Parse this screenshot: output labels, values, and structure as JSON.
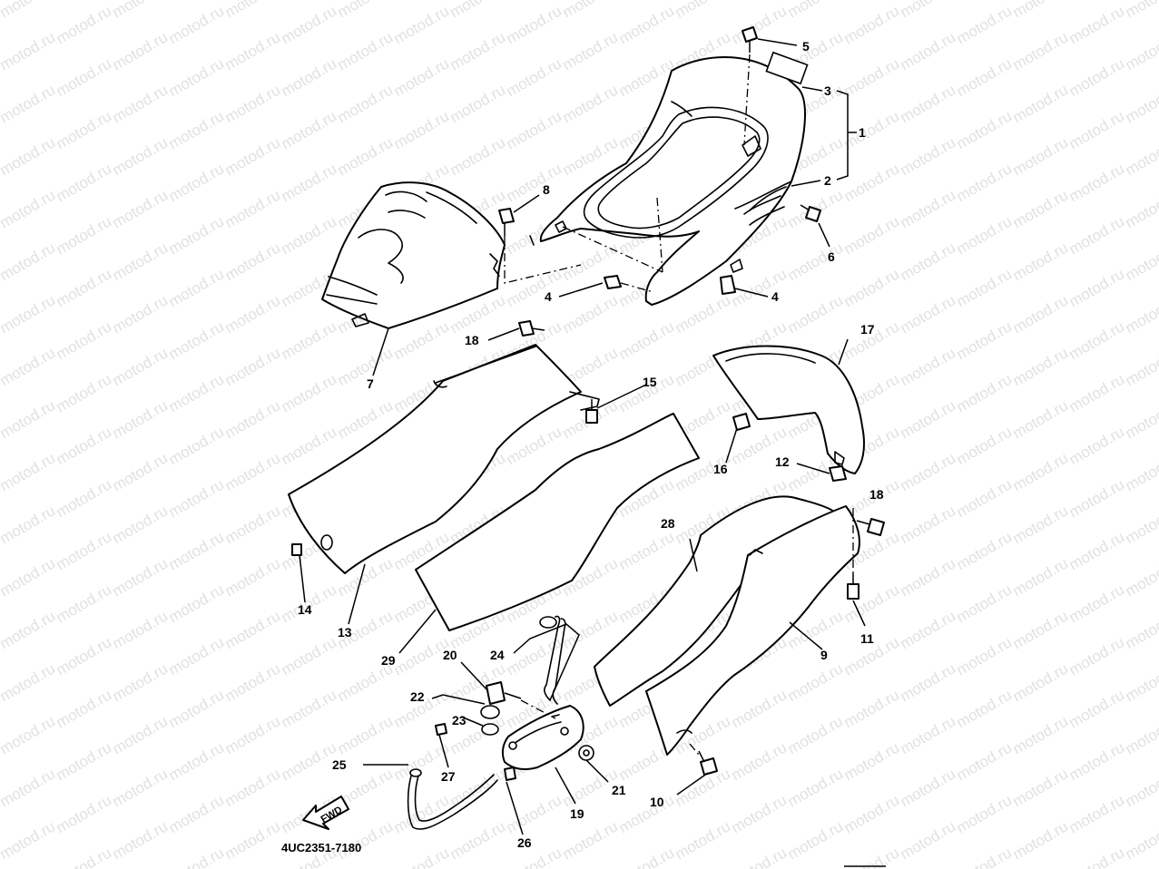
{
  "watermark": "motod.ru",
  "diagram_code": "4UC2351-7180",
  "fwd_label": "FWD",
  "callouts": {
    "c1": "1",
    "c2": "2",
    "c3": "3",
    "c4a": "4",
    "c4b": "4",
    "c5": "5",
    "c6": "6",
    "c7": "7",
    "c8": "8",
    "c9": "9",
    "c10": "10",
    "c11": "11",
    "c12": "12",
    "c13": "13",
    "c14": "14",
    "c15": "15",
    "c16": "16",
    "c17": "17",
    "c18a": "18",
    "c18b": "18",
    "c19": "19",
    "c20": "20",
    "c21": "21",
    "c22": "22",
    "c23": "23",
    "c24": "24",
    "c25": "25",
    "c26": "26",
    "c27": "27",
    "c28": "28",
    "c29": "29"
  }
}
